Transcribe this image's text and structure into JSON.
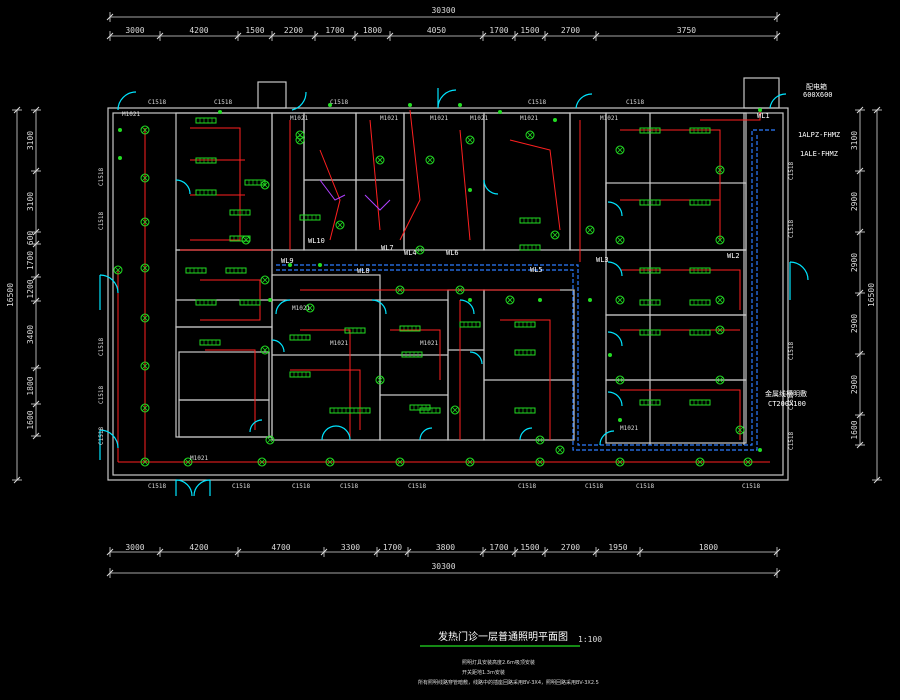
{
  "colors": {
    "background": "#000000",
    "wall": "#c8c8c8",
    "circuit": "#ff2020",
    "fixture": "#22dd22",
    "door": "#00e5ff",
    "dimension": "#dcdcdc",
    "trunking": "#2c7cff"
  },
  "plan": {
    "total_width_label": "30300",
    "top_dims": [
      "3000",
      "4200",
      "1500",
      "2200",
      "1700",
      "1800",
      "4050",
      "1700",
      "1500",
      "2700",
      "3750"
    ],
    "bottom_dims": [
      "3000",
      "4200",
      "4700",
      "3300",
      "1700",
      "3800",
      "1700",
      "1500",
      "2700",
      "1950",
      "1800"
    ],
    "left_dims": [
      "3100",
      "3100",
      "600",
      "1700",
      "1200",
      "3400",
      "1800",
      "1600"
    ],
    "left_total": "16500",
    "right_dims": [
      "3100",
      "2900",
      "2900",
      "2900",
      "2900",
      "1600"
    ],
    "right_total": "16500",
    "panels": [
      "WL1",
      "WL2",
      "WL3",
      "WL4",
      "WL5",
      "WL6",
      "WL7",
      "WL8",
      "WL9",
      "WL10"
    ],
    "box_labels": [
      "1ALPZ-FHMZ",
      "1ALE-FHMZ"
    ],
    "box_size": "600X600",
    "box_caption": "配电箱",
    "tray_label": "CT200X100",
    "tray_caption": "金属线槽明敷",
    "window_code": "C1518",
    "door_code": "M1021"
  },
  "title": {
    "text": "发热门诊一层普通照明平面图",
    "scale": "1:100"
  },
  "notes": [
    "照明灯具安装高度2.6m吸顶安装",
    "开关距地1.3m安装",
    "所有照明线路穿管暗敷，线路中的插座回路采用BV-3X4，照明回路采用BV-3X2.5"
  ]
}
